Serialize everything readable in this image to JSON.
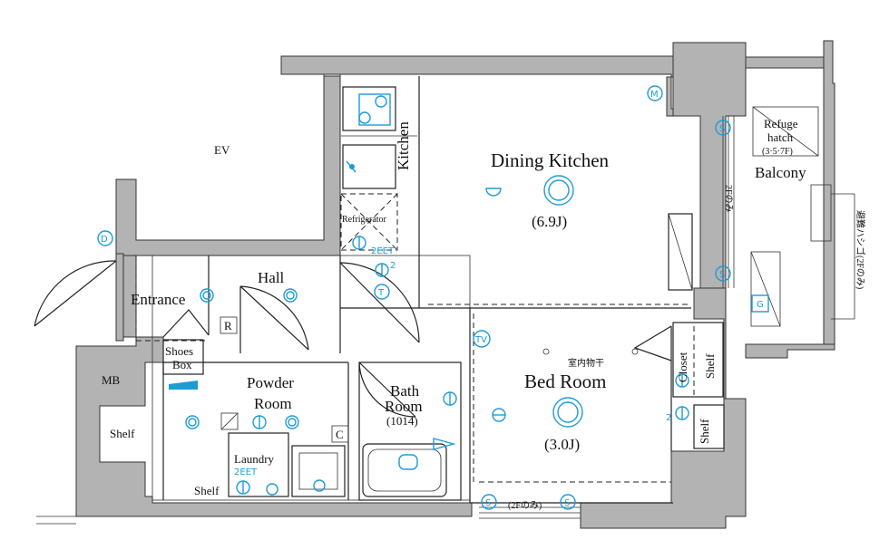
{
  "rooms": {
    "ev": "EV",
    "dining_kitchen": "Dining Kitchen",
    "dining_kitchen_size": "(6.9J)",
    "kitchen": "Kitchen",
    "refrigerator": "Refrigerator",
    "refugehatch_line1": "Refuge",
    "refugehatch_line2": "hatch",
    "refugehatch_line3": "(3·5·7F)",
    "balcony": "Balcony",
    "ladder_note": "避難ハシゴ(2Fのみ)",
    "entrance": "Entrance",
    "hall": "Hall",
    "shoes_line1": "Shoes",
    "shoes_line2": "Box",
    "mb": "MB",
    "powder_line1": "Powder",
    "powder_line2": "Room",
    "bath_line1": "Bath",
    "bath_line2": "Room",
    "bath_size": "(1014)",
    "bed_room": "Bed Room",
    "bed_size": "(3.0J)",
    "indoor_dry": "室内物干",
    "closet": "Closet",
    "shelf": "Shelf",
    "laundry": "Laundry",
    "two_f_only": "(2Fのみ)",
    "two_f_only_v": "2Fのみ"
  },
  "symbols": {
    "d": "D",
    "m": "M",
    "s": "S",
    "t": "T",
    "tv": "TV",
    "g": "G",
    "r": "R",
    "c": "C",
    "two": "2",
    "two_eet": "2EET"
  },
  "colors": {
    "wall": "#b3b3b3",
    "symbol": "#1d9bd7",
    "line": "#222222"
  }
}
